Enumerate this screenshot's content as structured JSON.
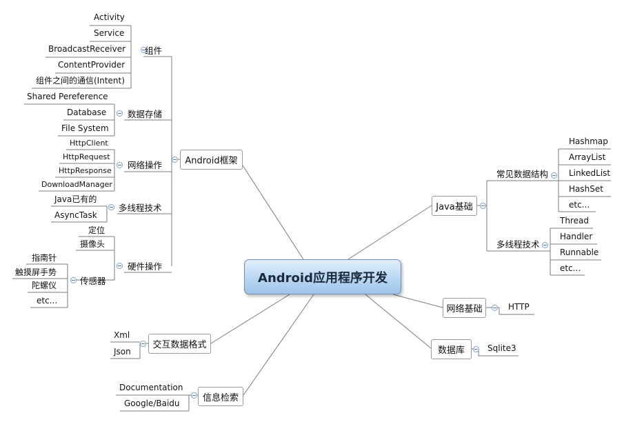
{
  "central": "Android应用程序开发",
  "android_framework": {
    "label": "Android框架",
    "components": {
      "label": "组件",
      "items": [
        "Activity",
        "Service",
        "BroadcastReceiver",
        "ContentProvider",
        "组件之间的通信(Intent)"
      ]
    },
    "storage": {
      "label": "数据存储",
      "items": [
        "Shared Pereference",
        "Database",
        "File System"
      ]
    },
    "network": {
      "label": "网络操作",
      "items": [
        "HttpClient",
        "HttpRequest",
        "HttpResponse",
        "DownloadManager"
      ]
    },
    "threading": {
      "label": "多线程技术",
      "items": [
        "Java已有的",
        "AsyncTask"
      ]
    },
    "hardware": {
      "label": "硬件操作",
      "items": [
        "定位",
        "摄像头"
      ],
      "sensors": {
        "label": "传感器",
        "items": [
          "指南针",
          "触摸屏手势",
          "陀螺仪",
          "etc..."
        ]
      }
    }
  },
  "java_basics": {
    "label": "Java基础",
    "data_structures": {
      "label": "常见数据结构",
      "items": [
        "Hashmap",
        "ArrayList",
        "LinkedList",
        "HashSet",
        "etc..."
      ]
    },
    "threading": {
      "label": "多线程技术",
      "items": [
        "Thread",
        "Handler",
        "Runnable",
        "etc..."
      ]
    }
  },
  "network_basics": {
    "label": "网络基础",
    "items": [
      "HTTP"
    ]
  },
  "database": {
    "label": "数据库",
    "items": [
      "Sqlite3"
    ]
  },
  "data_formats": {
    "label": "交互数据格式",
    "items": [
      "Xml",
      "Json"
    ]
  },
  "info_search": {
    "label": "信息检索",
    "items": [
      "Documentation",
      "Google/Baidu"
    ]
  },
  "colors": {
    "connector": "#7a7a7a",
    "branch_line": "#7a7a7a",
    "toggle_border": "#7aa0cf",
    "central_fill_top": "#e3f0fb",
    "central_fill_bottom": "#9fc5ea"
  }
}
